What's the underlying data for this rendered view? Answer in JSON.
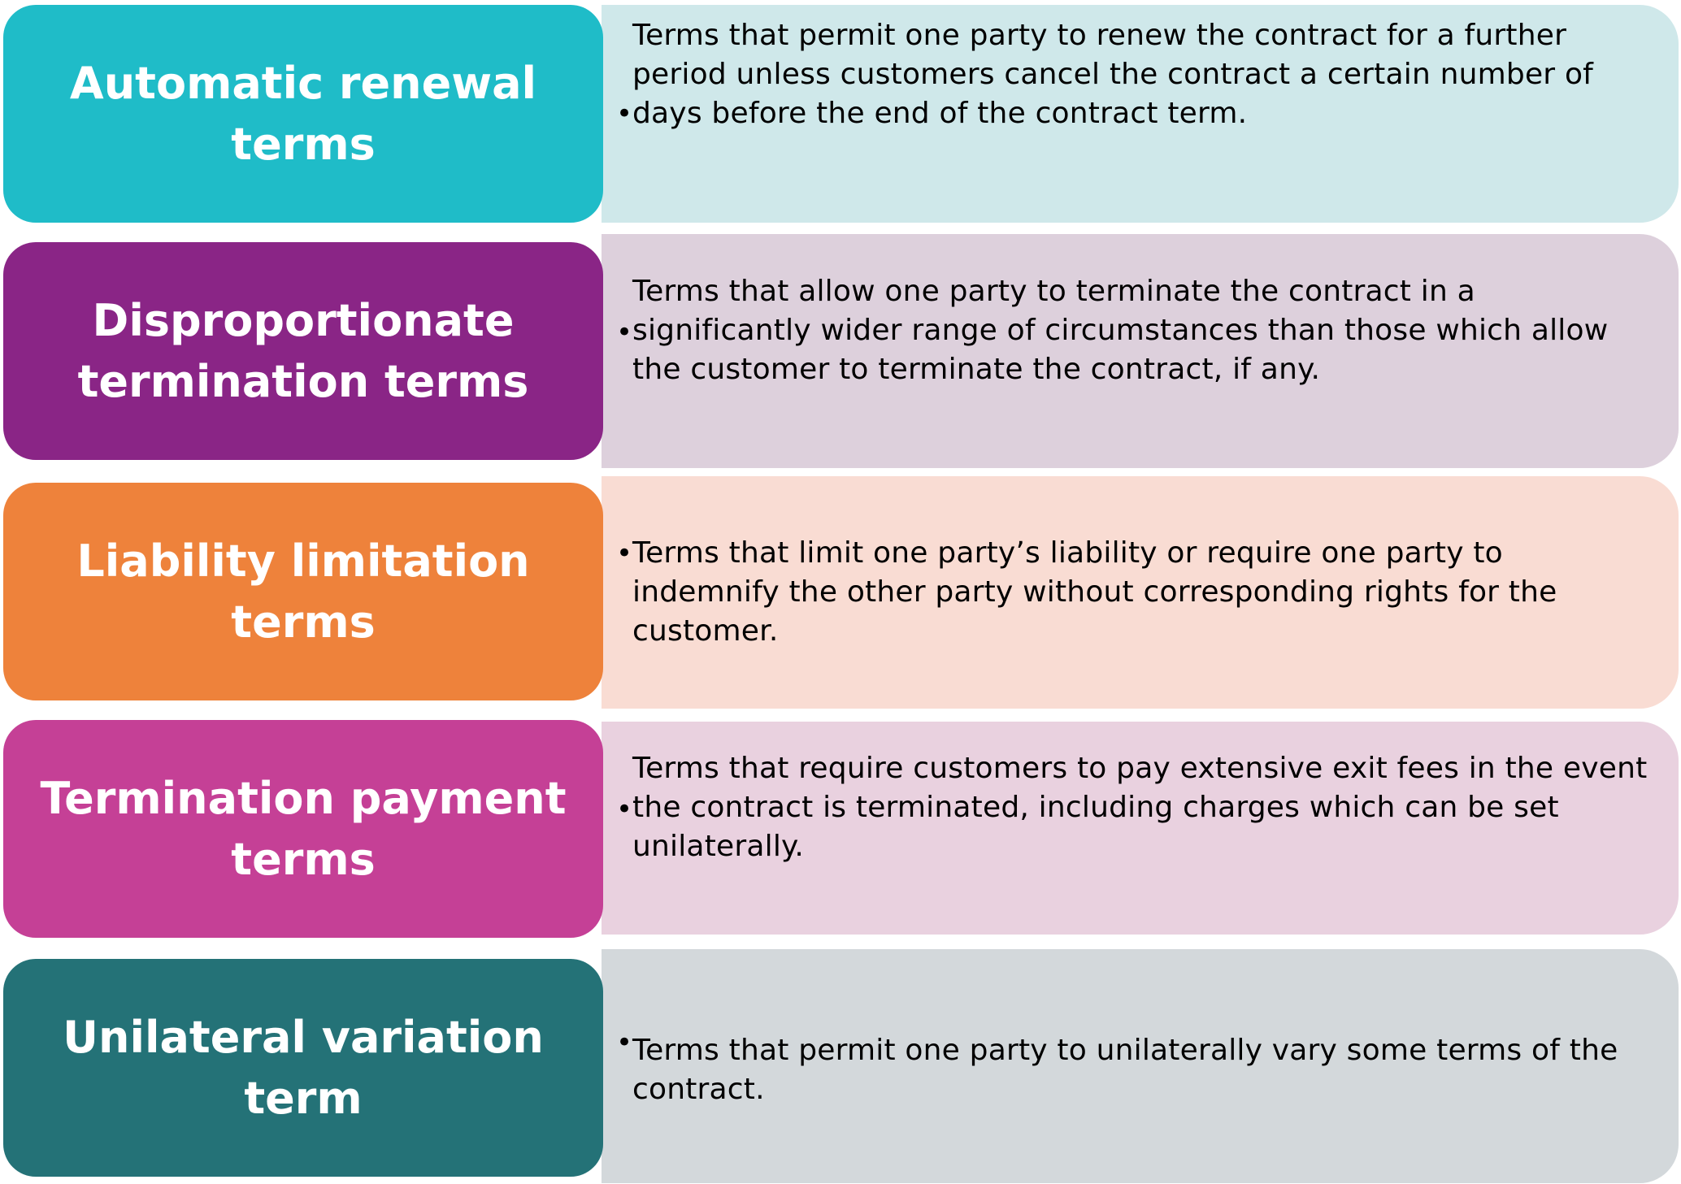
{
  "rows": [
    {
      "title": "Automatic renewal terms",
      "bullet": "•",
      "description": "Terms that permit one party to renew the contract for a further period unless customers cancel the contract a certain number of days before the end of the contract term."
    },
    {
      "title": "Disproportionate termination terms",
      "bullet": "•",
      "description": "Terms that allow one party to terminate the contract in a significantly wider range of circumstances than those which allow the customer to terminate the contract, if any."
    },
    {
      "title": "Liability limitation terms",
      "bullet": "•",
      "description": "Terms that limit one party’s liability or require one party to indemnify the other party without corresponding rights for the customer."
    },
    {
      "title": "Termination payment terms",
      "bullet": "•",
      "description": "Terms that require customers to pay extensive exit fees in the event the contract is terminated, including charges which can be set unilaterally."
    },
    {
      "title": "Unilateral variation term",
      "bullet": "•",
      "description": "Terms that permit one party to unilaterally vary some terms of the contract."
    }
  ],
  "colors": {
    "row1_label": "#1FBCC8",
    "row1_detail": "#CFE8EA",
    "row2_label": "#8A2586",
    "row2_detail": "#DDD0DC",
    "row3_label": "#EE823B",
    "row3_detail": "#F9DCD3",
    "row4_label": "#C54096",
    "row4_detail": "#E9D1DF",
    "row5_label": "#247277",
    "row5_detail": "#D3D8DB"
  }
}
